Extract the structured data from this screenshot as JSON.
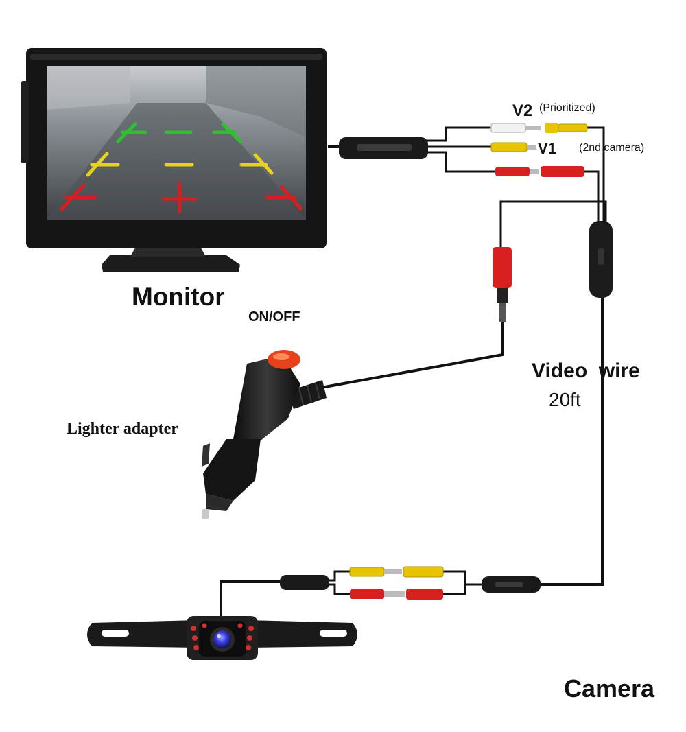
{
  "labels": {
    "monitor": "Monitor",
    "on_off": "ON/OFF",
    "lighter_adapter": "Lighter adapter",
    "video_wire": "Video  wire",
    "video_wire_length": "20ft",
    "camera": "Camera",
    "v2": "V2",
    "v2_note": "(Prioritized)",
    "v1": "V1",
    "second_camera": "(2nd camera)"
  },
  "colors": {
    "background": "#ffffff",
    "wire": "#111111",
    "rca_yellow": "#e8c400",
    "rca_red": "#d92020",
    "rca_white": "#f2f2f2",
    "guide_green": "#2fbf2f",
    "guide_yellow": "#e8d21a",
    "guide_red": "#d81e1e",
    "power_button": "#e8401a",
    "camera_lens": "#3a3adf",
    "ir_led": "#d23030"
  },
  "icons": {
    "monitor": "car-monitor-icon",
    "lighter_adapter": "cigarette-lighter-plug-icon",
    "camera": "license-plate-camera-icon"
  }
}
